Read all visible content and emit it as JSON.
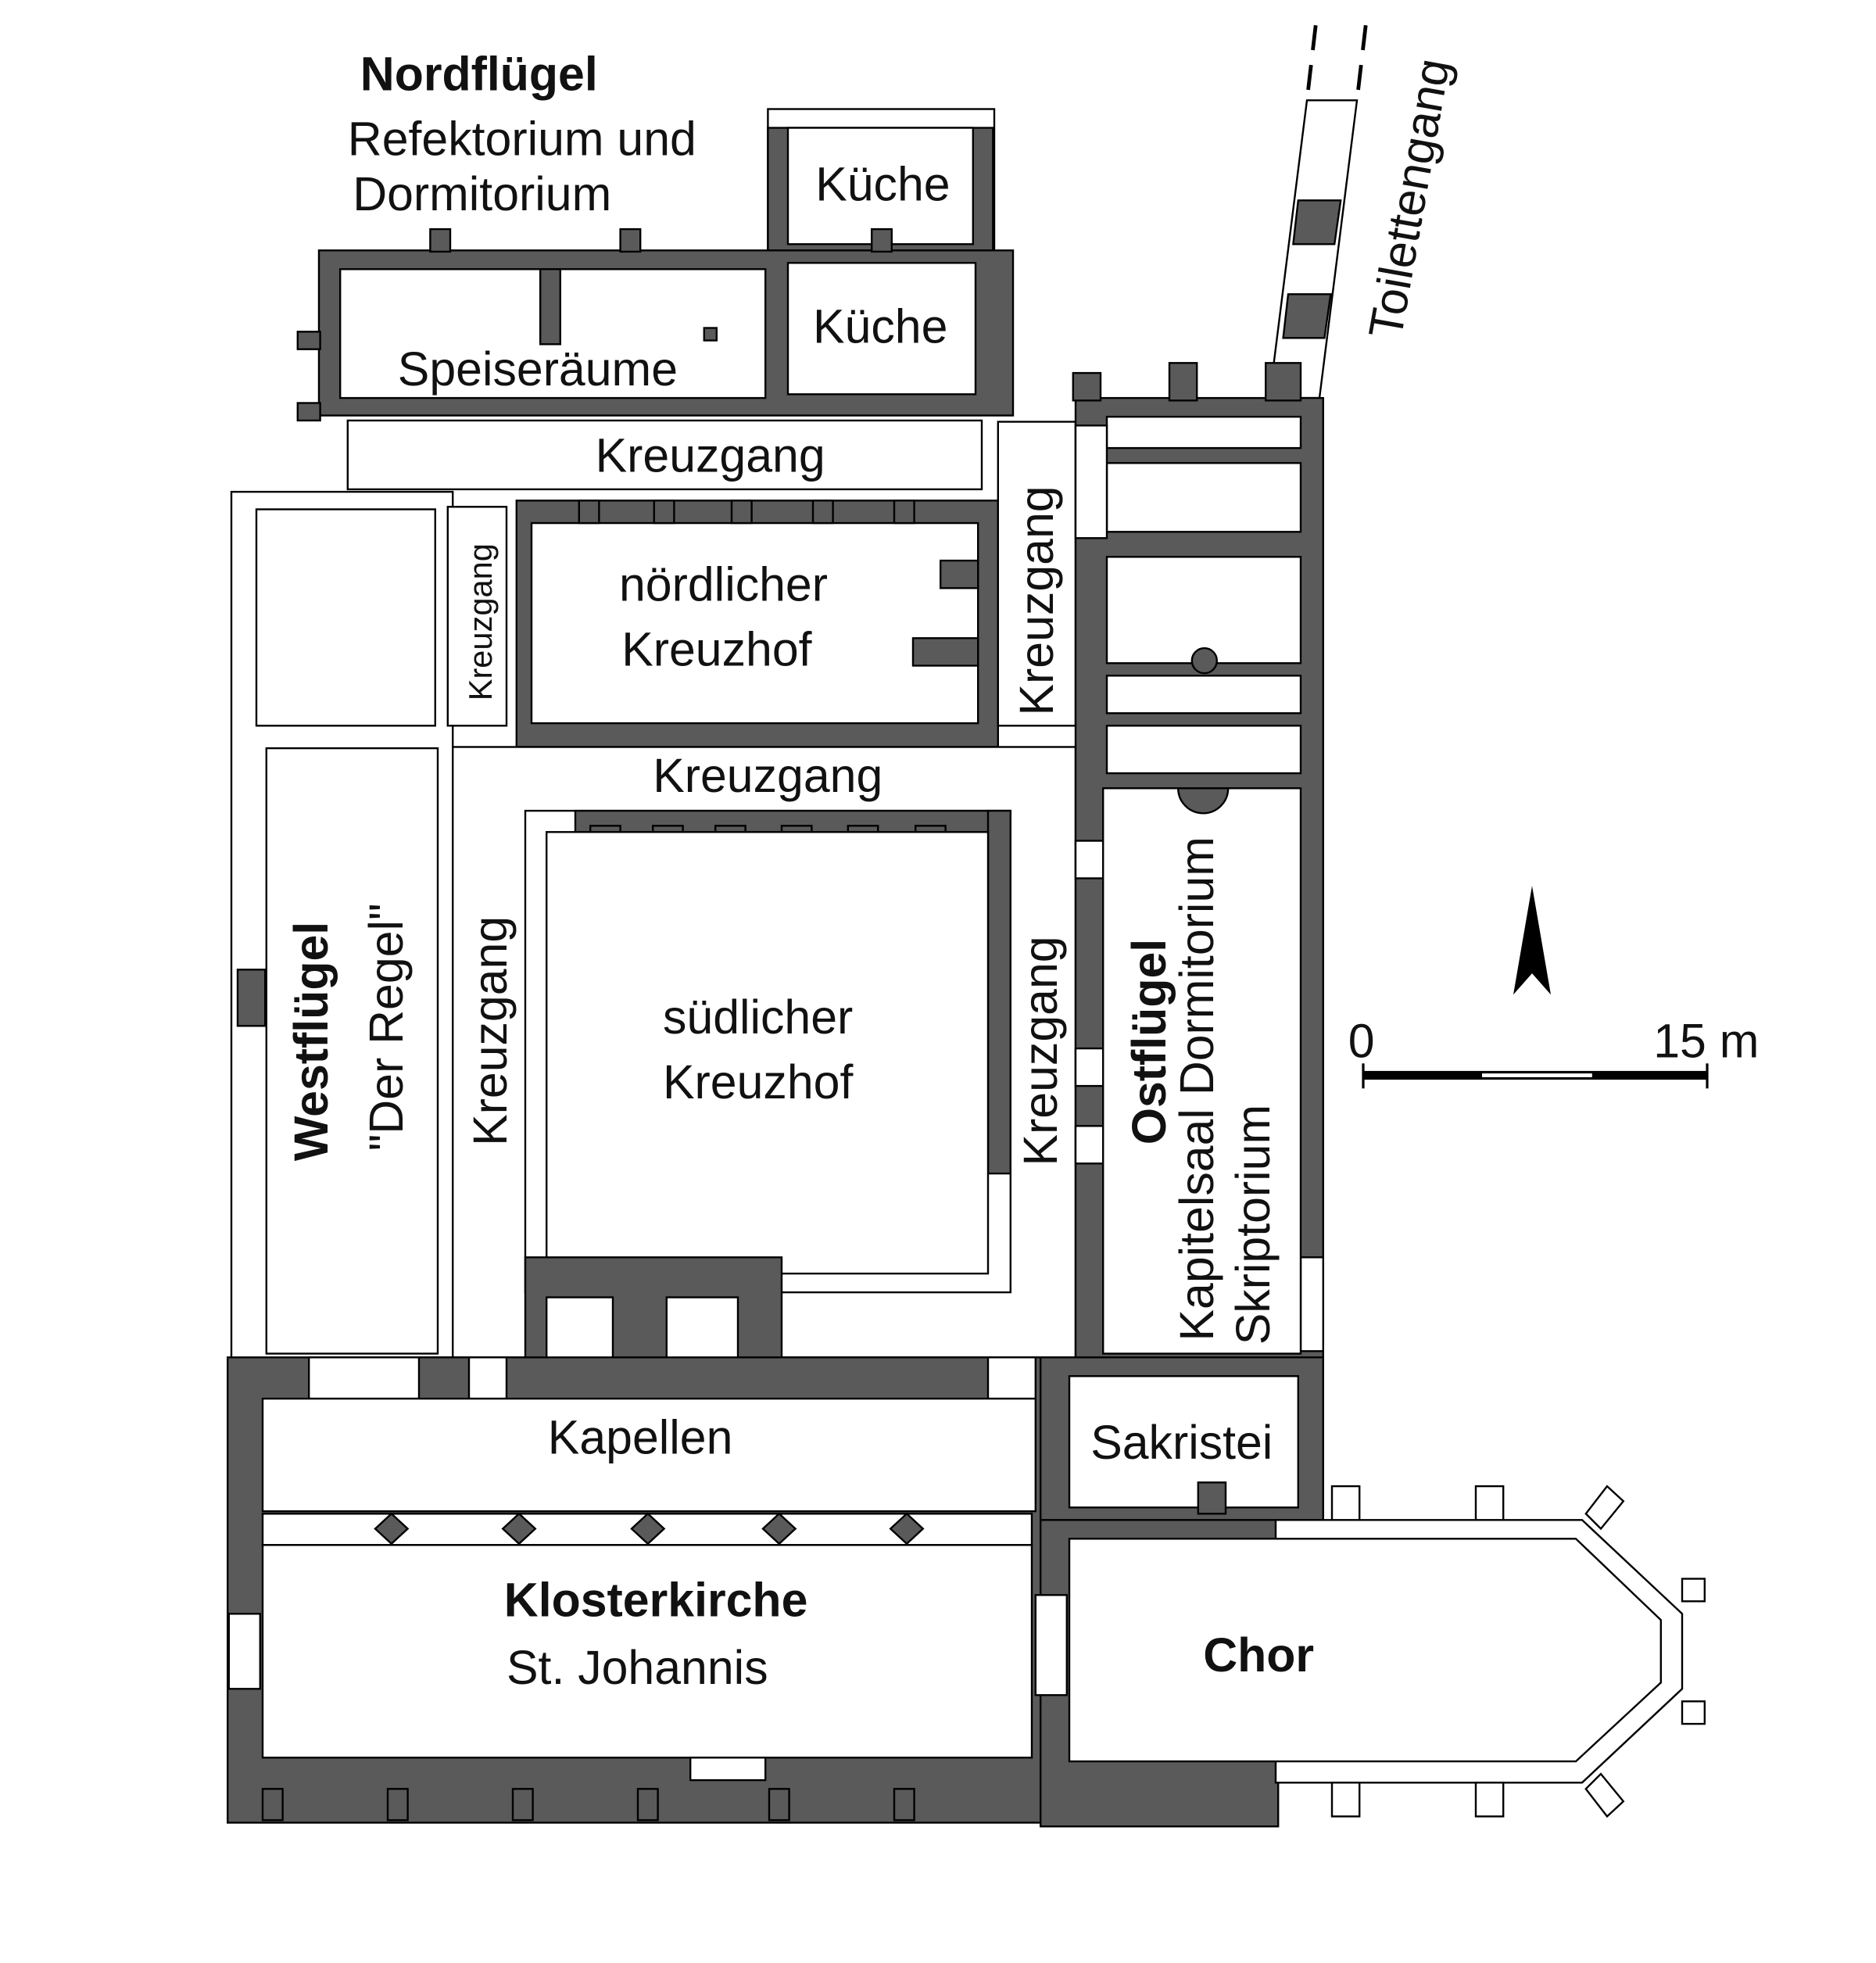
{
  "title": "Nordflügel",
  "labels": {
    "nordfluegel_sub1": "Refektorium und",
    "nordfluegel_sub2": "Dormitorium",
    "kueche_upper": "Küche",
    "kueche_lower": "Küche",
    "speiseraeume": "Speiseräume",
    "toilettengang": "Toilettengang",
    "kreuzgang_north": "Kreuzgang",
    "kreuzgang_small": "Kreuzgang",
    "noerdlicher1": "nördlicher",
    "noerdlicher2": "Kreuzhof",
    "kreuzgang_east_upper": "Kreuzgang",
    "kreuzgang_middle": "Kreuzgang",
    "westfluegel": "Westflügel",
    "der_regel": "\"Der Regel\"",
    "kreuzgang_west": "Kreuzgang",
    "suedlicher1": "südlicher",
    "suedlicher2": "Kreuzhof",
    "kreuzgang_east_lower": "Kreuzgang",
    "ostfluegel": "Ostflügel",
    "kapitelsaal": "Kapitelsaal Dormitorium",
    "skriptorium": "Skriptorium",
    "kapellen": "Kapellen",
    "sakristei": "Sakristei",
    "klosterkirche": "Klosterkirche",
    "st_johannis": "St. Johannis",
    "chor": "Chor"
  },
  "scale": {
    "start": "0",
    "end": "15 m"
  },
  "colors": {
    "wall": "#5a5a5a",
    "room": "#ffffff"
  }
}
